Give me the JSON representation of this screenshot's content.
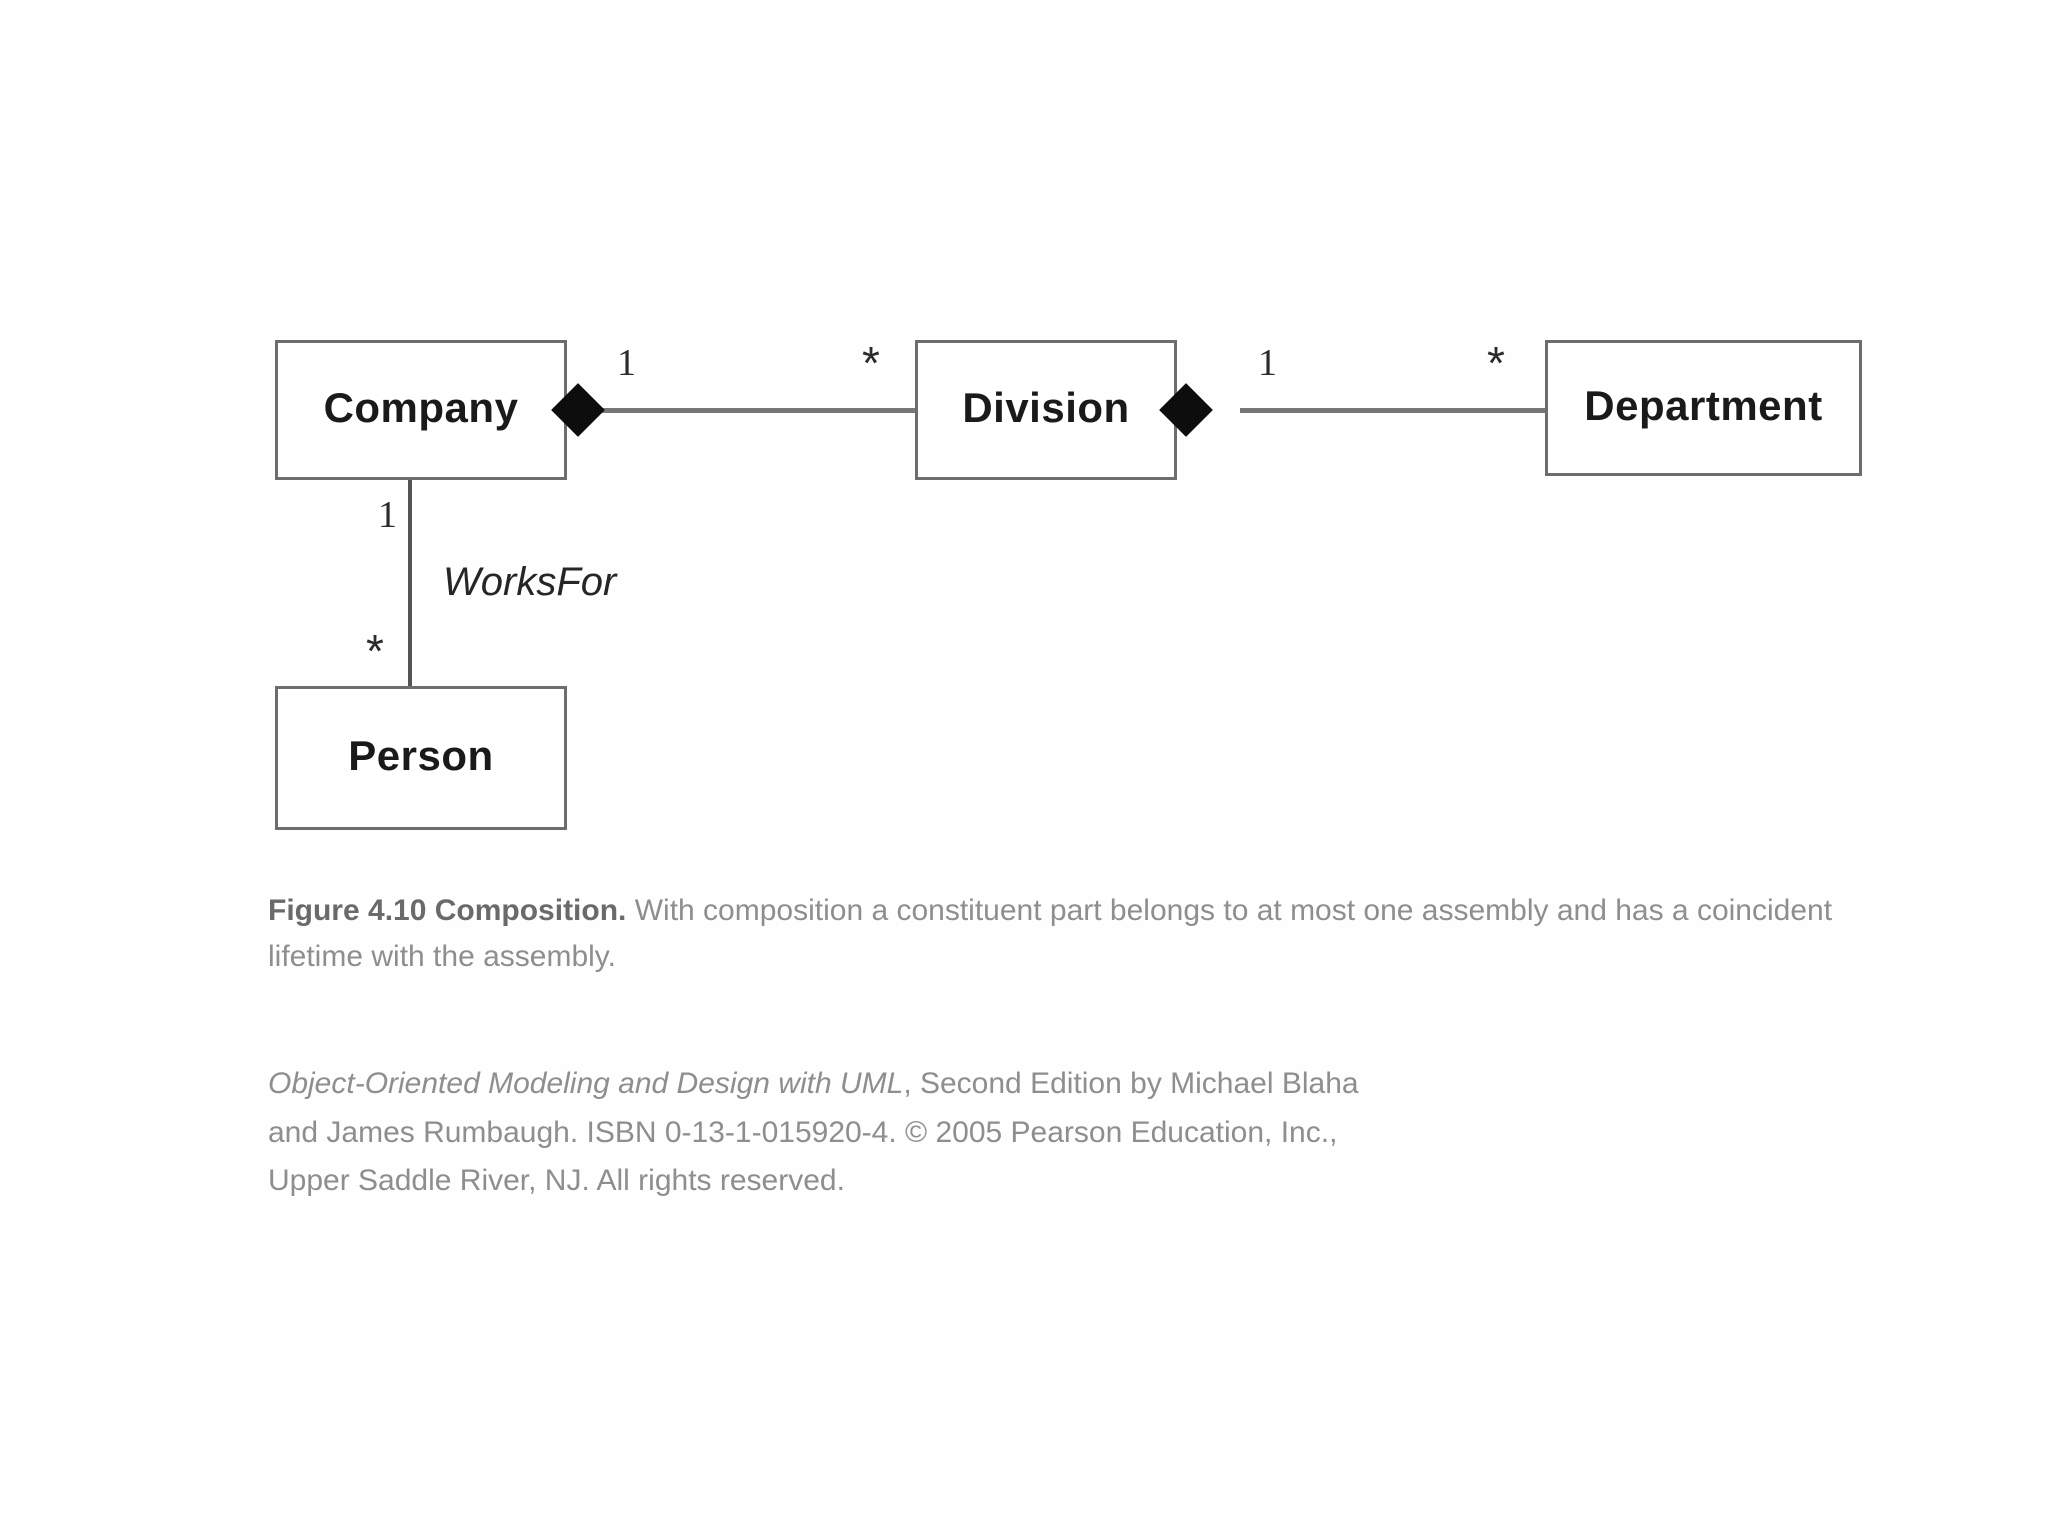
{
  "figure": {
    "id": "Figure 4.10",
    "title": "Composition",
    "caption_lead": "Figure 4.10  Composition.",
    "caption_body": " With composition a constituent part belongs to at most one assembly and has a coincident lifetime with the assembly."
  },
  "diagram": {
    "type": "uml-class-diagram",
    "classes": [
      {
        "id": "company",
        "label": "Company"
      },
      {
        "id": "division",
        "label": "Division"
      },
      {
        "id": "department",
        "label": "Department"
      },
      {
        "id": "person",
        "label": "Person"
      }
    ],
    "associations": [
      {
        "id": "company-division",
        "kind": "composition",
        "whole": "Company",
        "part": "Division",
        "whole_multiplicity": "1",
        "part_multiplicity": "*",
        "diamond_at": "Company"
      },
      {
        "id": "division-department",
        "kind": "composition",
        "whole": "Division",
        "part": "Department",
        "whole_multiplicity": "1",
        "part_multiplicity": "*",
        "diamond_at": "Division"
      },
      {
        "id": "company-person",
        "kind": "association",
        "name": "WorksFor",
        "from": "Company",
        "to": "Person",
        "from_multiplicity": "1",
        "to_multiplicity": "*"
      }
    ],
    "multiplicities": {
      "company_one": "1",
      "division_many": "*",
      "division_one": "1",
      "department_many": "*",
      "person_side_one": "1",
      "person_side_many": "*"
    },
    "association_name": "WorksFor"
  },
  "attribution": {
    "book_title": "Object-Oriented Modeling and Design with UML",
    "rest_line1": ", Second Edition by Michael Blaha",
    "line2": "and James Rumbaugh. ISBN 0-13-1-015920-4. © 2005 Pearson Education, Inc.,",
    "line3": "Upper Saddle River, NJ. All rights reserved."
  },
  "colors": {
    "page_background": "#fefefe",
    "box_border": "#6d6d6d",
    "box_fill": "#ffffff",
    "text": "#1a1a1a",
    "line": "#777777",
    "diamond": "#0d0d0d",
    "caption_text": "#8e8e8e"
  }
}
